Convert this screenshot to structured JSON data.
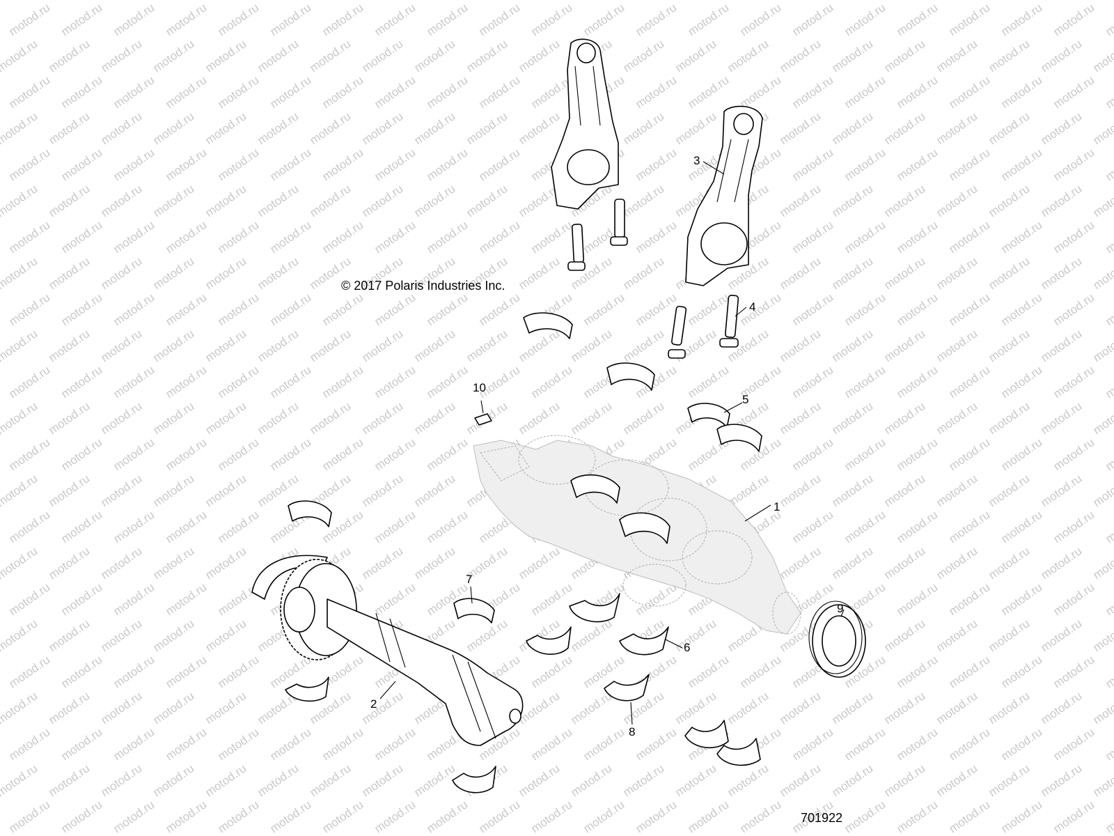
{
  "watermark": {
    "text": "motod.ru",
    "color": "#c9c9c9"
  },
  "copyright": "© 2017 Polaris Industries Inc.",
  "drawing_number": "701922",
  "callouts": [
    {
      "id": "1",
      "part": "crankshaft"
    },
    {
      "id": "2",
      "part": "balance-shaft"
    },
    {
      "id": "3",
      "part": "connecting-rod"
    },
    {
      "id": "4",
      "part": "connecting-rod-bolt"
    },
    {
      "id": "5",
      "part": "rod-bearing"
    },
    {
      "id": "6",
      "part": "main-bearing"
    },
    {
      "id": "7",
      "part": "balance-shaft-bearing"
    },
    {
      "id": "8",
      "part": "thrust-bearing"
    },
    {
      "id": "9",
      "part": "oil-seal"
    },
    {
      "id": "10",
      "part": "woodruff-key"
    }
  ]
}
